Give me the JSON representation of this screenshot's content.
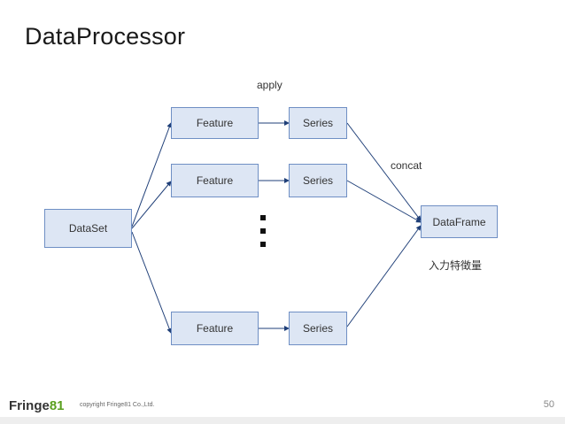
{
  "slide": {
    "title": "DataProcessor",
    "page_number": "50"
  },
  "nodes": {
    "dataset": "DataSet",
    "feature_1": "Feature",
    "feature_2": "Feature",
    "feature_3": "Feature",
    "series_1": "Series",
    "series_2": "Series",
    "series_3": "Series",
    "dataframe": "DataFrame"
  },
  "labels": {
    "apply": "apply",
    "concat": "concat",
    "input_features": "入力特徴量"
  },
  "footer": {
    "logo_text": "Fringe",
    "logo_num": "81",
    "copyright": "copyright Fringe81 Co.,Ltd."
  },
  "colors": {
    "node_fill": "#dde6f4",
    "node_border": "#6f8fc4",
    "edge": "#1f3f78",
    "logo_accent": "#5aa020"
  }
}
